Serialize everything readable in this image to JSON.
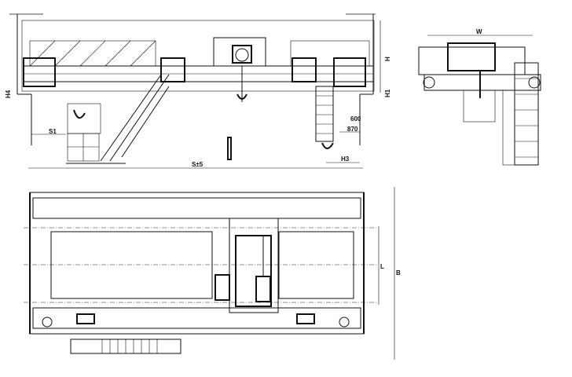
{
  "front_view": {
    "span_label": "S±5",
    "left_hook_approach_label": "S1",
    "right_hook_approach_label": "H3",
    "dim_600": "600",
    "dim_870": "870",
    "left_height_label": "H4",
    "right_height_label": "H1",
    "top_right_label": "H"
  },
  "side_view": {
    "width_label": "W"
  },
  "plan_view": {
    "wheel_base_label": "L",
    "total_width_label": "B"
  }
}
